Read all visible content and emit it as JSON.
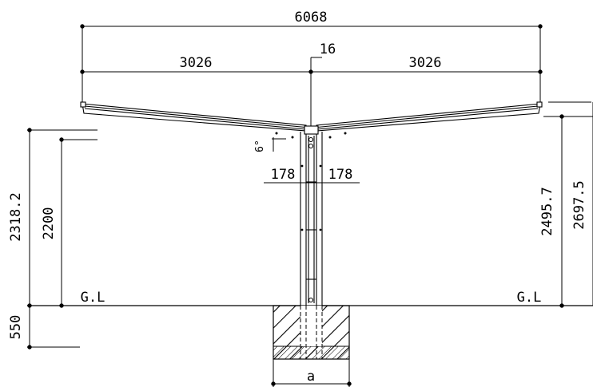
{
  "drawing": {
    "dimensions": {
      "overall_width": "6068",
      "left_span": "3026",
      "right_span": "3026",
      "center_gap": "16",
      "left_post_offset": "178",
      "right_post_offset": "178",
      "angle": "6°",
      "left_outer_height": "2318.2",
      "left_inner_height": "2200",
      "right_inner_height": "2495.7",
      "right_outer_height": "2697.5",
      "foundation_depth": "550",
      "foundation_width": "a"
    },
    "labels": {
      "ground_left": "G.L",
      "ground_right": "G.L"
    }
  }
}
